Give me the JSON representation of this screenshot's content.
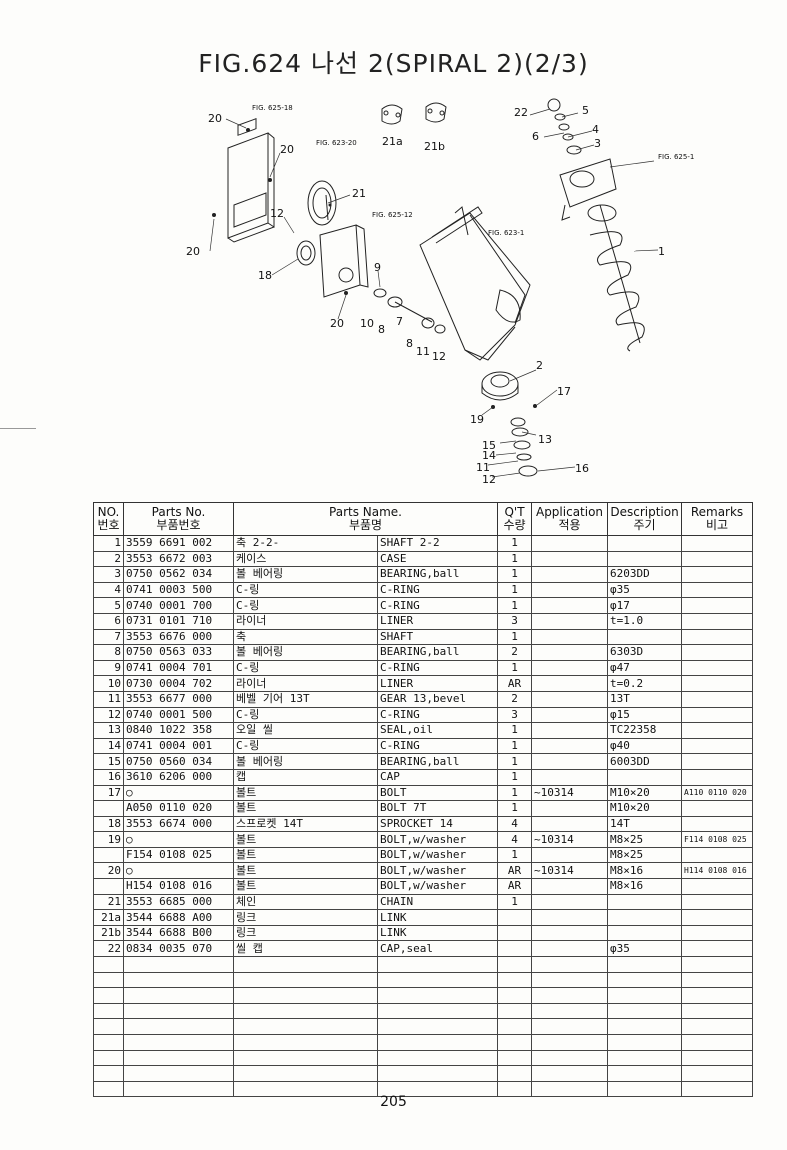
{
  "title": "FIG.624 나선 2(SPIRAL 2)(2/3)",
  "page_number": "205",
  "diagram": {
    "callouts": [
      "20",
      "20",
      "20",
      "20",
      "12",
      "18",
      "21",
      "21a",
      "21b",
      "22",
      "5",
      "6",
      "4",
      "3",
      "1",
      "9",
      "10",
      "8",
      "7",
      "8",
      "11",
      "12",
      "2",
      "17",
      "19",
      "13",
      "15",
      "14",
      "11",
      "12",
      "16"
    ],
    "figure_refs": [
      "FIG. 625-18",
      "FIG. 623-20",
      "FIG. 625-12",
      "FIG. 623-1",
      "FIG. 625-1"
    ]
  },
  "table": {
    "headers": {
      "no": "NO.",
      "no_kr": "번호",
      "parts_no": "Parts No.",
      "parts_no_kr": "부품번호",
      "parts_name": "Parts Name.",
      "parts_name_kr": "부품명",
      "qty": "Q'T",
      "qty_kr": "수량",
      "application": "Application",
      "application_kr": "적용",
      "description": "Description",
      "description_kr": "주기",
      "remarks": "Remarks",
      "remarks_kr": "비고"
    },
    "rows": [
      {
        "no": "1",
        "pn": "3559 6691 002",
        "kr": "축 2-2-",
        "en": "SHAFT 2-2",
        "qty": "1",
        "app": "",
        "desc": "",
        "rem": ""
      },
      {
        "no": "2",
        "pn": "3553 6672 003",
        "kr": "케이스",
        "en": "CASE",
        "qty": "1",
        "app": "",
        "desc": "",
        "rem": ""
      },
      {
        "no": "3",
        "pn": "0750 0562 034",
        "kr": "볼 베어링",
        "en": "BEARING,ball",
        "qty": "1",
        "app": "",
        "desc": "6203DD",
        "rem": ""
      },
      {
        "no": "4",
        "pn": "0741 0003 500",
        "kr": "C-링",
        "en": "C-RING",
        "qty": "1",
        "app": "",
        "desc": "φ35",
        "rem": ""
      },
      {
        "no": "5",
        "pn": "0740 0001 700",
        "kr": "C-링",
        "en": "C-RING",
        "qty": "1",
        "app": "",
        "desc": "φ17",
        "rem": ""
      },
      {
        "no": "6",
        "pn": "0731 0101 710",
        "kr": "라이너",
        "en": "LINER",
        "qty": "3",
        "app": "",
        "desc": "t=1.0",
        "rem": ""
      },
      {
        "no": "7",
        "pn": "3553 6676 000",
        "kr": "축",
        "en": "SHAFT",
        "qty": "1",
        "app": "",
        "desc": "",
        "rem": ""
      },
      {
        "no": "8",
        "pn": "0750 0563 033",
        "kr": "볼 베어링",
        "en": "BEARING,ball",
        "qty": "2",
        "app": "",
        "desc": "6303D",
        "rem": ""
      },
      {
        "no": "9",
        "pn": "0741 0004 701",
        "kr": "C-링",
        "en": "C-RING",
        "qty": "1",
        "app": "",
        "desc": "φ47",
        "rem": ""
      },
      {
        "no": "10",
        "pn": "0730 0004 702",
        "kr": "라이너",
        "en": "LINER",
        "qty": "AR",
        "app": "",
        "desc": "t=0.2",
        "rem": ""
      },
      {
        "no": "11",
        "pn": "3553 6677 000",
        "kr": "베벨 기어 13T",
        "en": "GEAR 13,bevel",
        "qty": "2",
        "app": "",
        "desc": "13T",
        "rem": ""
      },
      {
        "no": "12",
        "pn": "0740 0001 500",
        "kr": "C-링",
        "en": "C-RING",
        "qty": "3",
        "app": "",
        "desc": "φ15",
        "rem": ""
      },
      {
        "no": "13",
        "pn": "0840 1022 358",
        "kr": "오일 씰",
        "en": "SEAL,oil",
        "qty": "1",
        "app": "",
        "desc": "TC22358",
        "rem": ""
      },
      {
        "no": "14",
        "pn": "0741 0004 001",
        "kr": "C-링",
        "en": "C-RING",
        "qty": "1",
        "app": "",
        "desc": "φ40",
        "rem": ""
      },
      {
        "no": "15",
        "pn": "0750 0560 034",
        "kr": "볼 베어링",
        "en": "BEARING,ball",
        "qty": "1",
        "app": "",
        "desc": "6003DD",
        "rem": ""
      },
      {
        "no": "16",
        "pn": "3610 6206 000",
        "kr": "캡",
        "en": "CAP",
        "qty": "1",
        "app": "",
        "desc": "",
        "rem": ""
      },
      {
        "no": "17",
        "pn": "○",
        "kr": "볼트",
        "en": "BOLT",
        "qty": "1",
        "app": "~10314",
        "desc": "M10×20",
        "rem": "A110 0110 020"
      },
      {
        "no": "",
        "pn": "A050 0110 020",
        "kr": "볼트",
        "en": "BOLT 7T",
        "qty": "1",
        "app": "",
        "desc": "M10×20",
        "rem": ""
      },
      {
        "no": "18",
        "pn": "3553 6674 000",
        "kr": "스프로켓 14T",
        "en": "SPROCKET 14",
        "qty": "4",
        "app": "",
        "desc": "14T",
        "rem": ""
      },
      {
        "no": "19",
        "pn": "○",
        "kr": "볼트",
        "en": "BOLT,w/washer",
        "qty": "4",
        "app": "~10314",
        "desc": "M8×25",
        "rem": "F114 0108 025"
      },
      {
        "no": "",
        "pn": "F154 0108 025",
        "kr": "볼트",
        "en": "BOLT,w/washer",
        "qty": "1",
        "app": "",
        "desc": "M8×25",
        "rem": ""
      },
      {
        "no": "20",
        "pn": "○",
        "kr": "볼트",
        "en": "BOLT,w/washer",
        "qty": "AR",
        "app": "~10314",
        "desc": "M8×16",
        "rem": "H114 0108 016"
      },
      {
        "no": "",
        "pn": "H154 0108 016",
        "kr": "볼트",
        "en": "BOLT,w/washer",
        "qty": "AR",
        "app": "",
        "desc": "M8×16",
        "rem": ""
      },
      {
        "no": "21",
        "pn": "3553 6685 000",
        "kr": "체인",
        "en": "CHAIN",
        "qty": "1",
        "app": "",
        "desc": "",
        "rem": ""
      },
      {
        "no": "21a",
        "pn": "3544 6688 A00",
        "kr": "링크",
        "en": "LINK",
        "qty": "",
        "app": "",
        "desc": "",
        "rem": ""
      },
      {
        "no": "21b",
        "pn": "3544 6688 B00",
        "kr": "링크",
        "en": "LINK",
        "qty": "",
        "app": "",
        "desc": "",
        "rem": ""
      },
      {
        "no": "22",
        "pn": "0834 0035 070",
        "kr": "씰 캡",
        "en": "CAP,seal",
        "qty": "",
        "app": "",
        "desc": "φ35",
        "rem": ""
      },
      {
        "no": "",
        "pn": "",
        "kr": "",
        "en": "",
        "qty": "",
        "app": "",
        "desc": "",
        "rem": ""
      },
      {
        "no": "",
        "pn": "",
        "kr": "",
        "en": "",
        "qty": "",
        "app": "",
        "desc": "",
        "rem": ""
      },
      {
        "no": "",
        "pn": "",
        "kr": "",
        "en": "",
        "qty": "",
        "app": "",
        "desc": "",
        "rem": ""
      },
      {
        "no": "",
        "pn": "",
        "kr": "",
        "en": "",
        "qty": "",
        "app": "",
        "desc": "",
        "rem": ""
      },
      {
        "no": "",
        "pn": "",
        "kr": "",
        "en": "",
        "qty": "",
        "app": "",
        "desc": "",
        "rem": ""
      },
      {
        "no": "",
        "pn": "",
        "kr": "",
        "en": "",
        "qty": "",
        "app": "",
        "desc": "",
        "rem": ""
      },
      {
        "no": "",
        "pn": "",
        "kr": "",
        "en": "",
        "qty": "",
        "app": "",
        "desc": "",
        "rem": ""
      },
      {
        "no": "",
        "pn": "",
        "kr": "",
        "en": "",
        "qty": "",
        "app": "",
        "desc": "",
        "rem": ""
      },
      {
        "no": "",
        "pn": "",
        "kr": "",
        "en": "",
        "qty": "",
        "app": "",
        "desc": "",
        "rem": ""
      }
    ]
  }
}
